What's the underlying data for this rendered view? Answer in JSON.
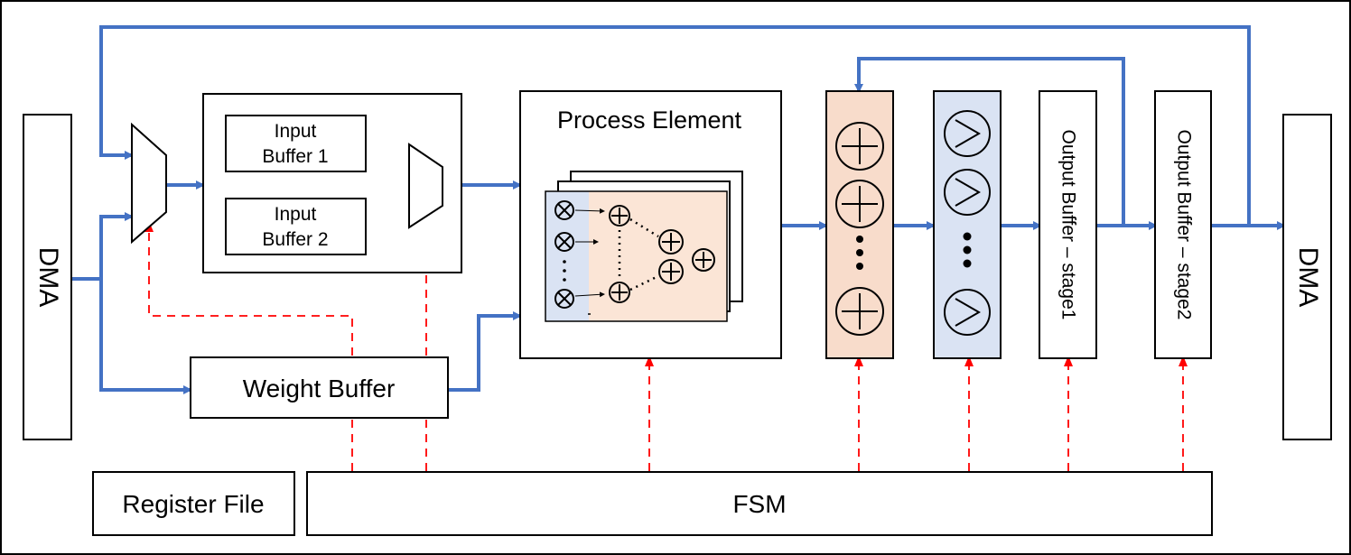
{
  "labels": {
    "dma_in": "DMA",
    "dma_out": "DMA",
    "input_buffer_1_line1": "Input",
    "input_buffer_1_line2": "Buffer 1",
    "input_buffer_2_line1": "Input",
    "input_buffer_2_line2": "Buffer 2",
    "weight_buffer": "Weight Buffer",
    "process_element": "Process Element",
    "output_buffer_stage1": "Output Buffer – stage1",
    "output_buffer_stage2": "Output Buffer – stage2",
    "register_file": "Register File",
    "fsm": "FSM"
  },
  "colors": {
    "data_flow": "#4472C4",
    "control_flow": "#FF0000",
    "adder_column": "#F8DCCB",
    "compare_column": "#DAE3F3",
    "pe_multiplier_strip": "#DAE3F3",
    "pe_adder_area": "#FBE5D6"
  },
  "icons": {
    "multiply": "circled-times-icon",
    "add": "circled-plus-icon",
    "compare": "circled-greater-than-icon",
    "vertical_ellipsis": "vertical-dots-icon"
  }
}
